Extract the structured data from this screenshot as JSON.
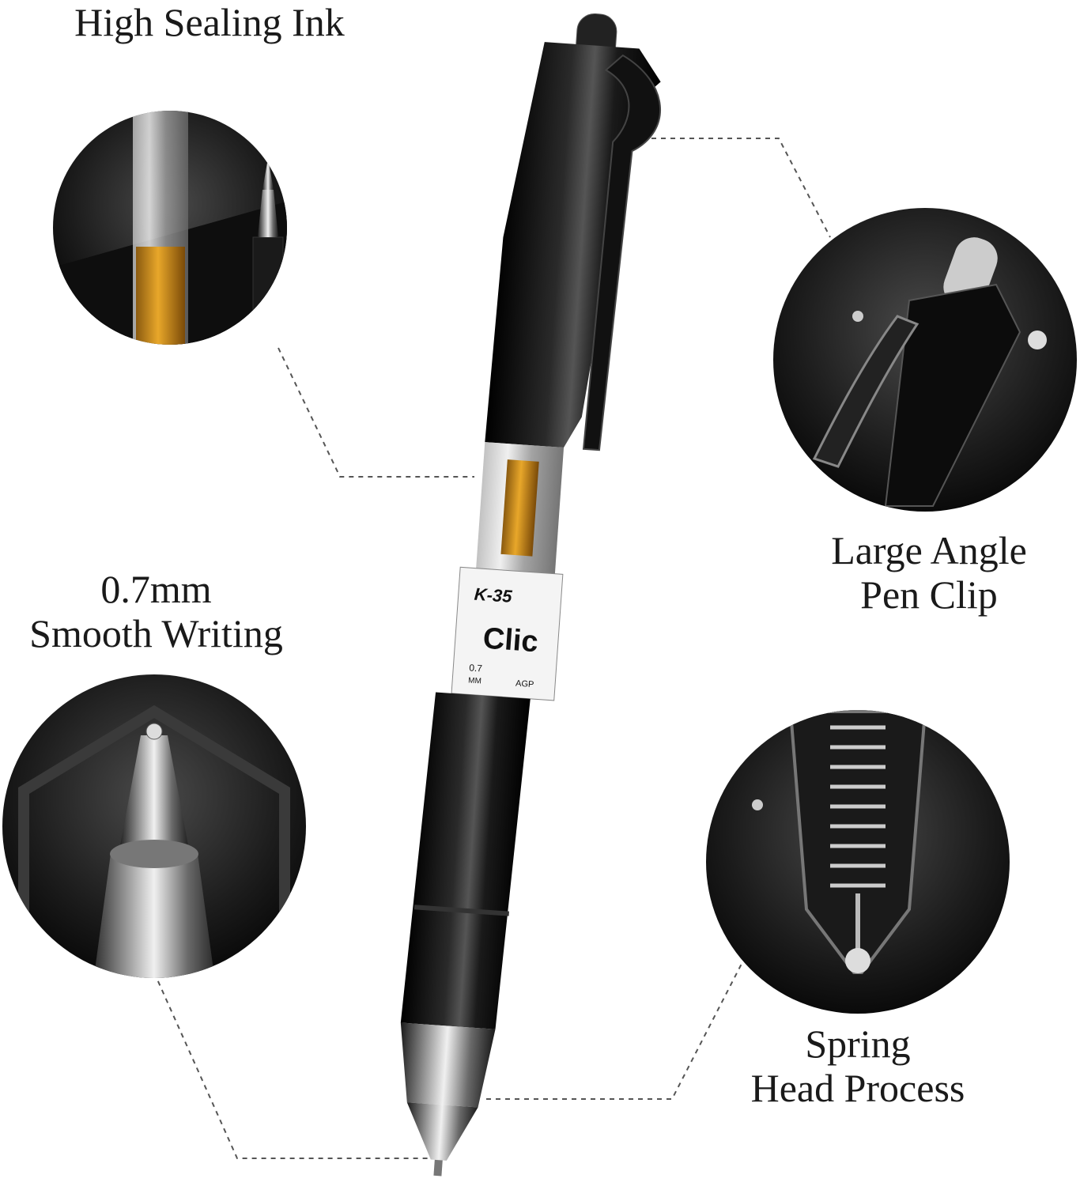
{
  "callouts": {
    "ink": {
      "line1": "High Sealing Ink"
    },
    "clip": {
      "line1": "Large Angle",
      "line2": "Pen Clip"
    },
    "writing": {
      "line1": "0.7mm",
      "line2": "Smooth Writing"
    },
    "spring": {
      "line1": "Spring",
      "line2": "Head Process"
    }
  },
  "pen_label": {
    "model": "K-35",
    "brand": "Clic",
    "size": "0.7",
    "size_unit": "MM",
    "code": "AGP"
  },
  "colors": {
    "pen_body": "#0d0d0d",
    "ink_amber": "#d99a1f",
    "dash_line": "#555555"
  }
}
